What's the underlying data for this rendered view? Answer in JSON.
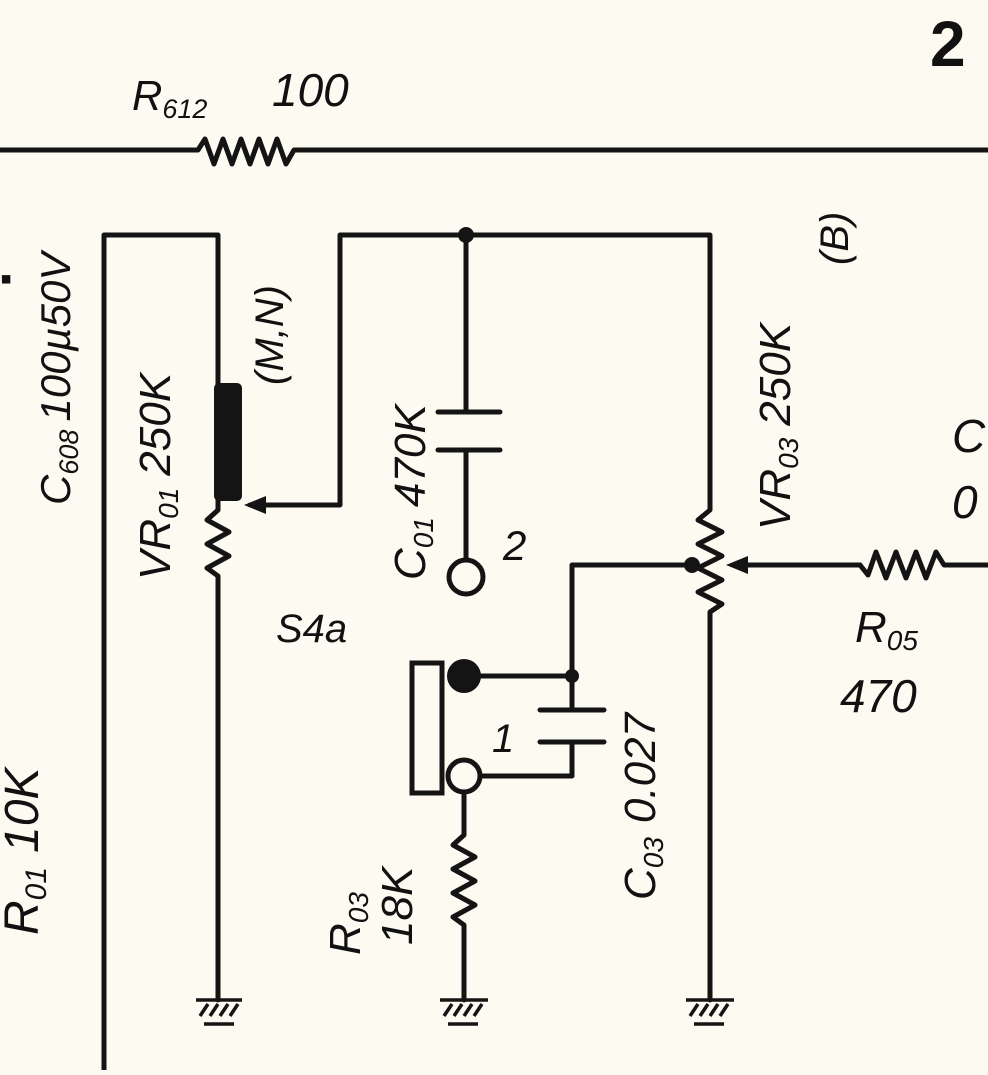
{
  "page_number": "2",
  "components": {
    "r612": {
      "ref": "R",
      "sub": "612",
      "value": "100"
    },
    "c608": {
      "ref": "C",
      "sub": "608",
      "value": "100µ50V"
    },
    "vr01": {
      "ref": "VR",
      "sub": "01",
      "value": "250K",
      "note": "(M,N)"
    },
    "c01": {
      "ref": "C",
      "sub": "01",
      "value": "470K"
    },
    "vr03": {
      "ref": "VR",
      "sub": "03",
      "value": "250K",
      "note": "(B)"
    },
    "r05": {
      "ref": "R",
      "sub": "05",
      "value": "470"
    },
    "c03": {
      "ref": "C",
      "sub": "03",
      "value": "0.027"
    },
    "r03": {
      "ref": "R",
      "sub": "03",
      "value": "18K"
    },
    "r01": {
      "ref": "R",
      "sub": "01",
      "value": "10K"
    },
    "switch": {
      "label": "S4a",
      "pos1": "1",
      "pos2": "2"
    }
  },
  "edge_fragments": {
    "right_c": "C",
    "right_0": "0",
    "left_mark": "▪"
  },
  "colors": {
    "ink": "#141414",
    "paper": "#fdfbf1"
  }
}
